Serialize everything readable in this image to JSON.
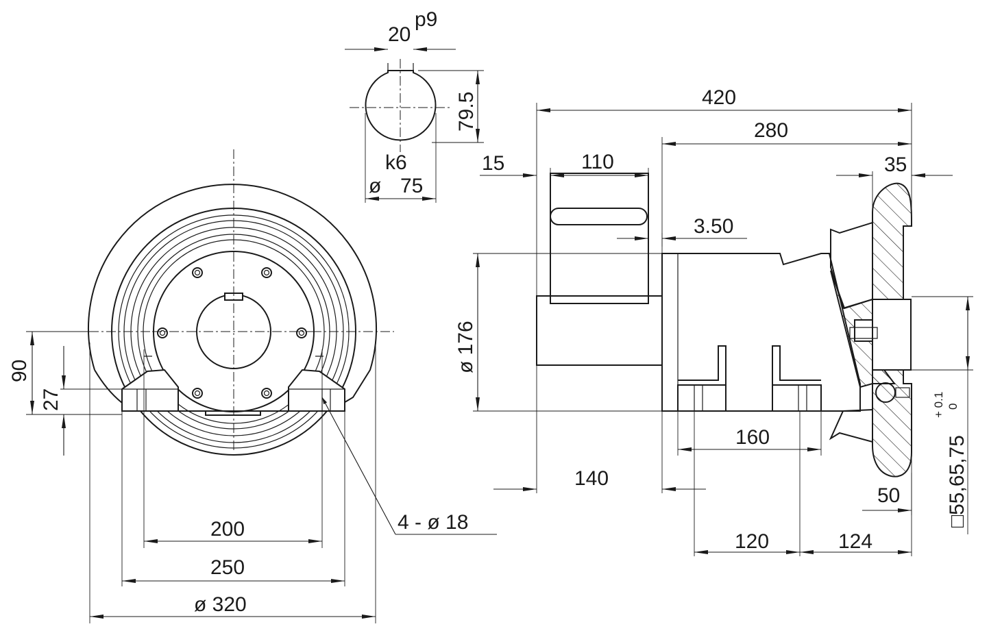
{
  "dimensions": {
    "key_width": "20",
    "key_tolerance": "p9",
    "shaft_key_height": "79.5",
    "shaft_fit": "k6",
    "shaft_diameter_symbol": "ø",
    "shaft_diameter": "75",
    "overall_length": "420",
    "body_length": "280",
    "shaft_offset": "15",
    "shaft_key_length": "110",
    "gap": "3.50",
    "flange_thickness": "35",
    "body_diameter": "ø 176",
    "foot_spacing": "160",
    "shaft_length": "140",
    "foot_to_shaft": "120",
    "foot_to_end": "124",
    "flange_offset": "50",
    "square_bore": "□55,65,75",
    "square_tol_upper": "+ 0.1",
    "square_tol_lower": "0",
    "center_height": "90",
    "foot_height": "27",
    "mounting_holes": "4 -  ø  18",
    "hole_spacing": "200",
    "foot_width": "250",
    "outer_diameter": "ø 320"
  }
}
